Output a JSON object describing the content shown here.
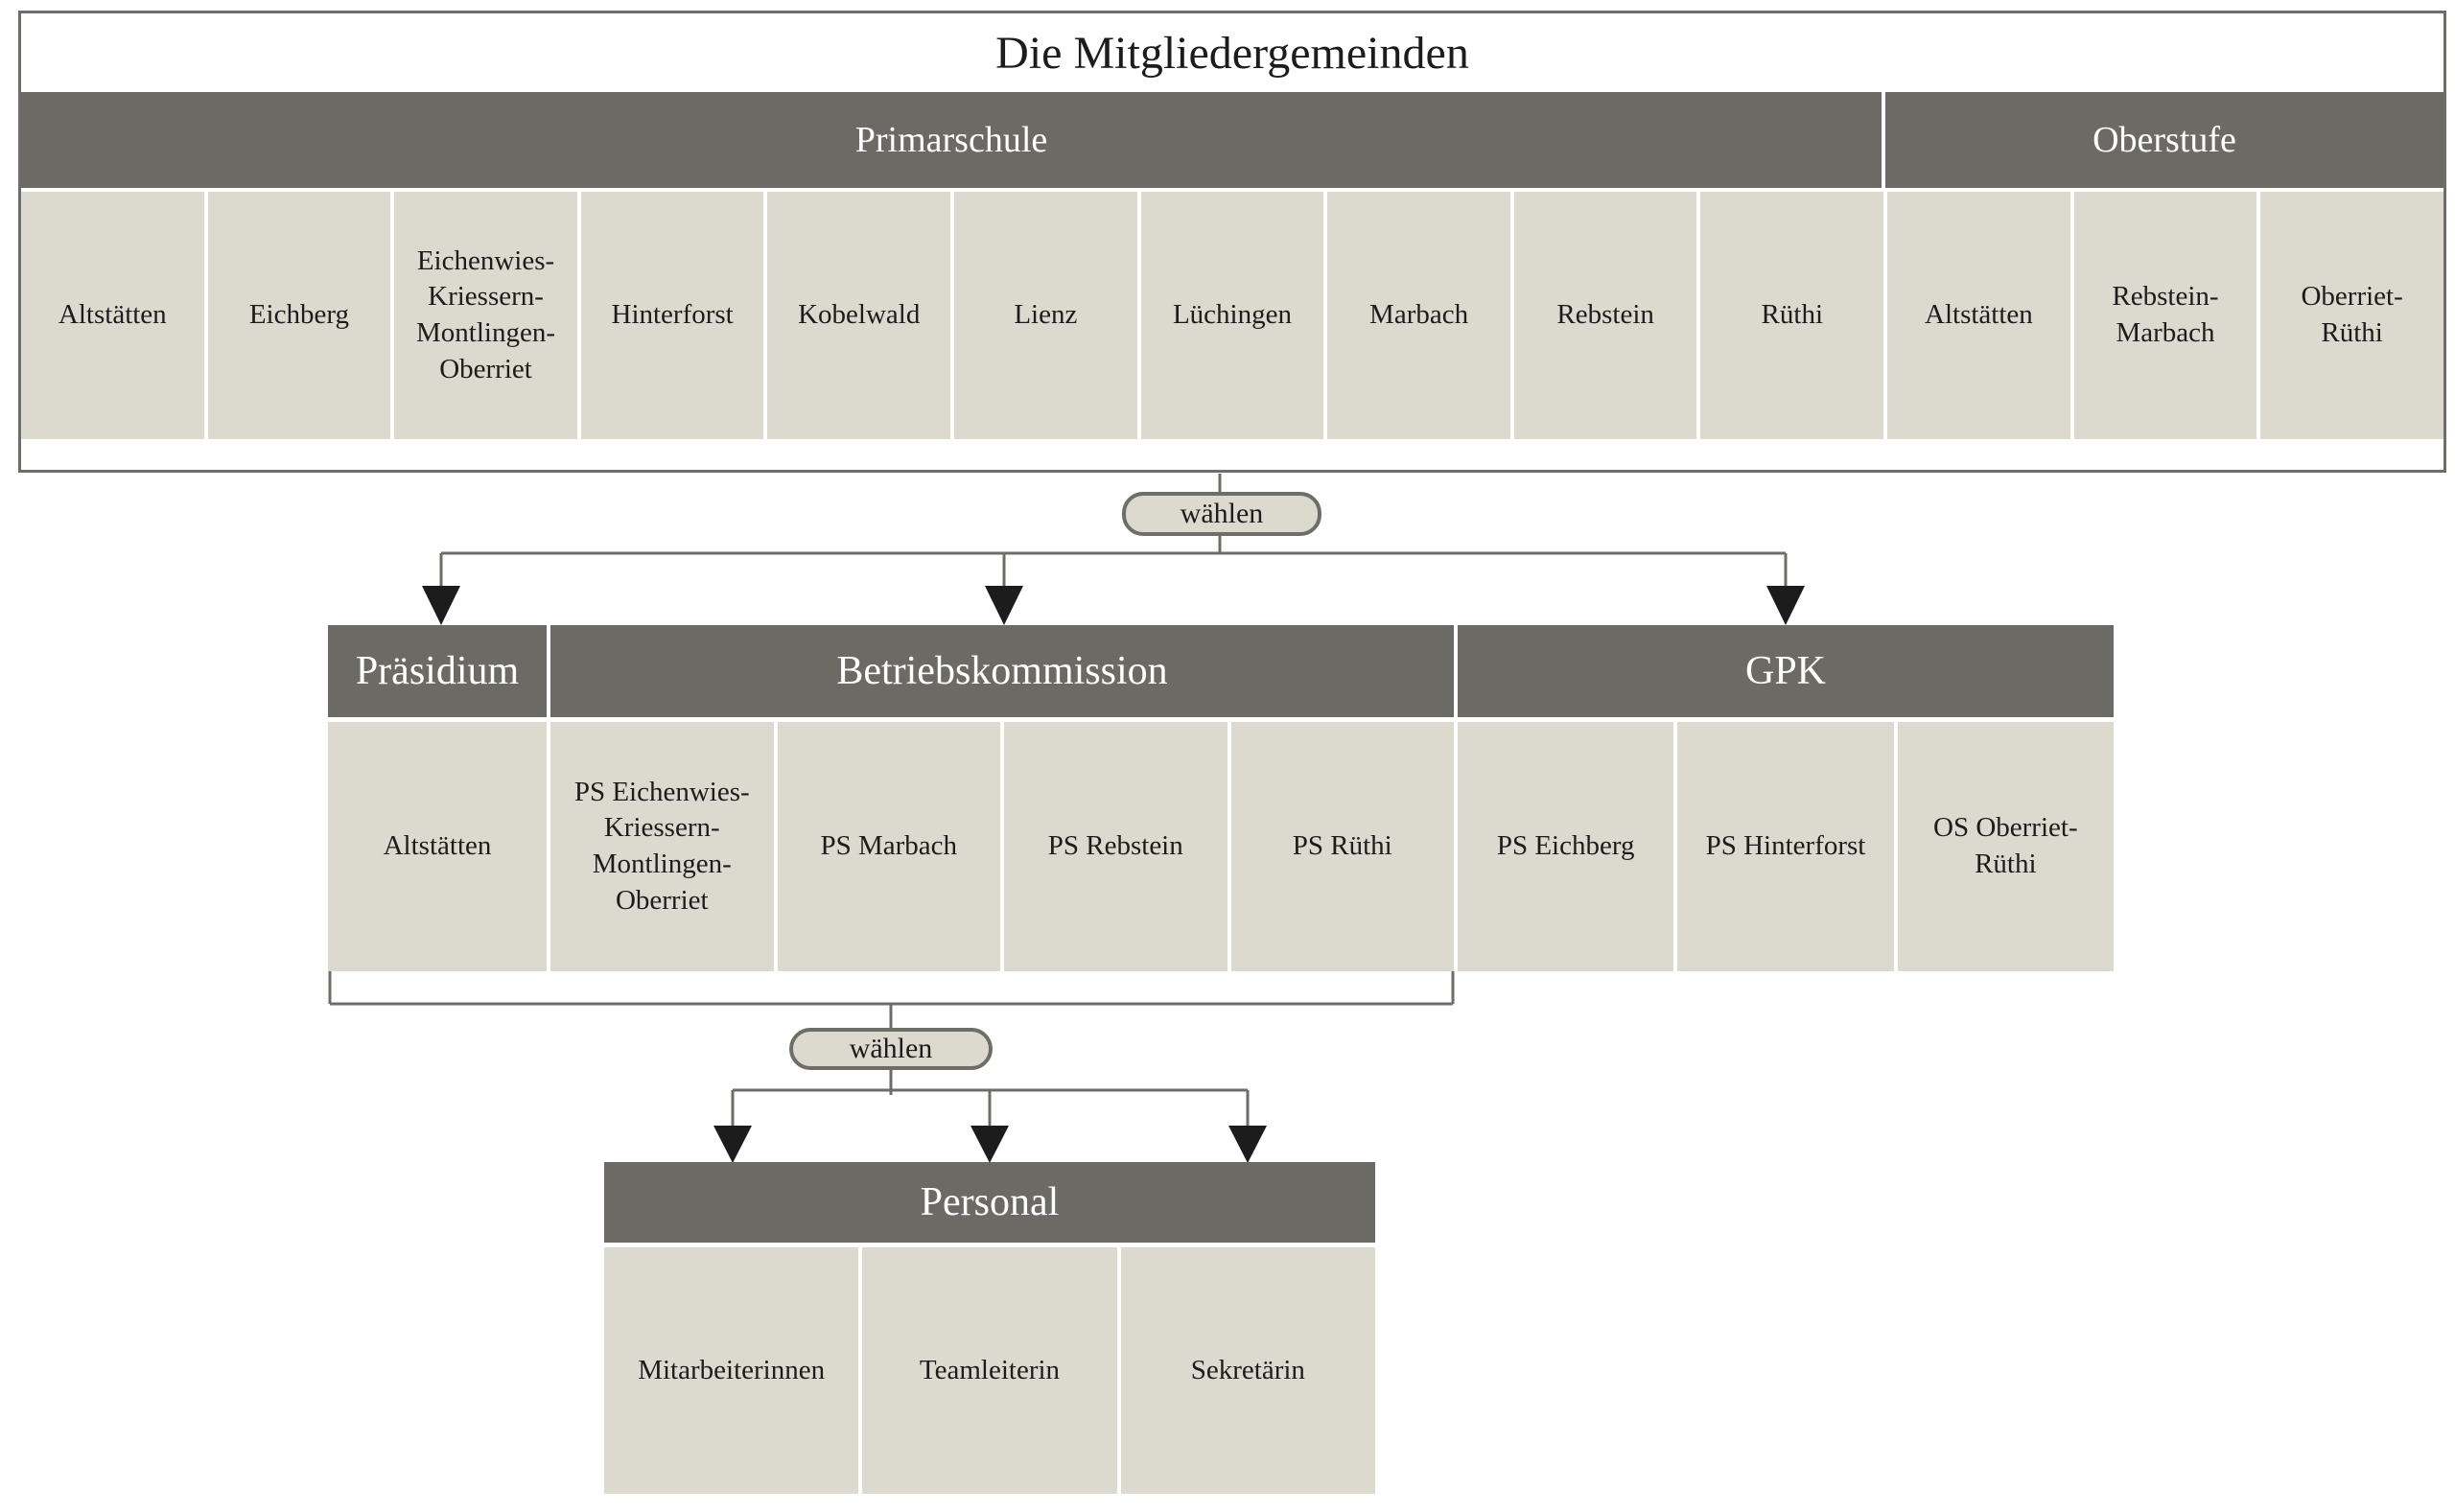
{
  "title": "Die Mitgliedergemeinden",
  "top_table": {
    "sections": [
      {
        "label": "Primarschule",
        "members": [
          "Altstätten",
          "Eichberg",
          "Eichenwies-Kriessern-Montlingen-Oberriet",
          "Hinterforst",
          "Kobelwald",
          "Lienz",
          "Lüchingen",
          "Marbach",
          "Rebstein",
          "Rüthi"
        ]
      },
      {
        "label": "Oberstufe",
        "members": [
          "Altstätten",
          "Rebstein-Marbach",
          "Oberriet-Rüthi"
        ]
      }
    ]
  },
  "connectors": [
    {
      "label": "wählen"
    },
    {
      "label": "wählen"
    }
  ],
  "mid_table": {
    "sections": [
      {
        "label": "Präsidium",
        "members": [
          "Altstätten"
        ]
      },
      {
        "label": "Betriebskommission",
        "members": [
          "PS Eichenwies-Kriessern-Montlingen-Oberriet",
          "PS Marbach",
          "PS Rebstein",
          "PS Rüthi"
        ]
      },
      {
        "label": "GPK",
        "members": [
          "PS Eichberg",
          "PS Hinterforst",
          "OS Oberriet-Rüthi"
        ]
      }
    ]
  },
  "bottom_table": {
    "sections": [
      {
        "label": "Personal",
        "members": [
          "Mitarbeiterinnen",
          "Teamleiterin",
          "Sekretärin"
        ]
      }
    ]
  },
  "colors": {
    "header_bg": "#6c6a64",
    "cell_bg": "#dcdacf",
    "line": "#6e6e68",
    "arrow": "#1c1c1c",
    "title_text": "#1c1c1c",
    "header_text": "#ffffff"
  }
}
